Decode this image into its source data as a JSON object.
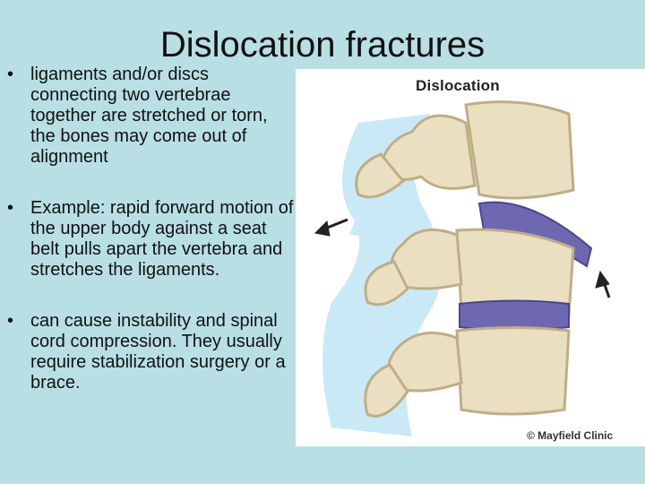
{
  "slide": {
    "title": "Dislocation fractures",
    "bullet_glyph": "•",
    "bullets": [
      "ligaments and/or discs connecting two vertebrae together are stretched or torn, the bones may come out of alignment",
      "Example:  rapid forward motion of the upper body against a seat belt pulls apart the vertebra and stretches the ligaments.",
      "can cause instability and spinal cord compression. They usually require stabilization surgery or a brace."
    ]
  },
  "figure": {
    "label": "Dislocation",
    "copyright": "© Mayfield Clinic",
    "colors": {
      "bone": "#eadfc1",
      "bone_shadow": "#bfae85",
      "disc": "#6e68b3",
      "ligament": "#c9e9f6",
      "arrow": "#222222"
    }
  }
}
